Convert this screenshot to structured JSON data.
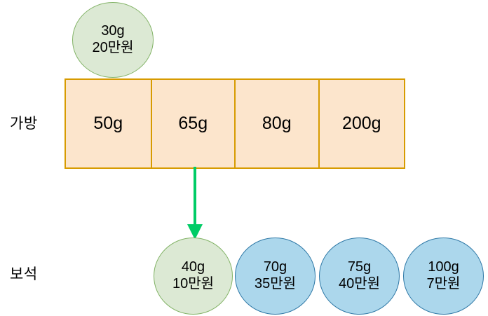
{
  "diagram": {
    "background_color": "#FFFFFF",
    "rows": [
      {
        "id": "bag",
        "label": "가방"
      },
      {
        "id": "gem",
        "label": "보석"
      }
    ],
    "bag_table": {
      "fill_color": "#FCE5CC",
      "border_color": "#D79B00",
      "cells": [
        {
          "weight": "50g"
        },
        {
          "weight": "65g"
        },
        {
          "weight": "80g"
        },
        {
          "weight": "200g"
        }
      ]
    },
    "top_bubble": {
      "weight": "30g",
      "price": "20만원",
      "fill_color": "#DCE9D4",
      "border_color": "#82B366"
    },
    "gem_bubbles": [
      {
        "weight": "40g",
        "price": "10만원",
        "fill_color": "#DCE9D4",
        "border_color": "#82B366"
      },
      {
        "weight": "70g",
        "price": "35만원",
        "fill_color": "#ACD7EC",
        "border_color": "#2E78A6"
      },
      {
        "weight": "75g",
        "price": "40만원",
        "fill_color": "#ACD7EC",
        "border_color": "#2E78A6"
      },
      {
        "weight": "100g",
        "price": "7만원",
        "fill_color": "#ACD7EC",
        "border_color": "#2E78A6"
      }
    ],
    "arrow": {
      "color": "#00CC66",
      "from": "65g",
      "to": "40g"
    }
  }
}
